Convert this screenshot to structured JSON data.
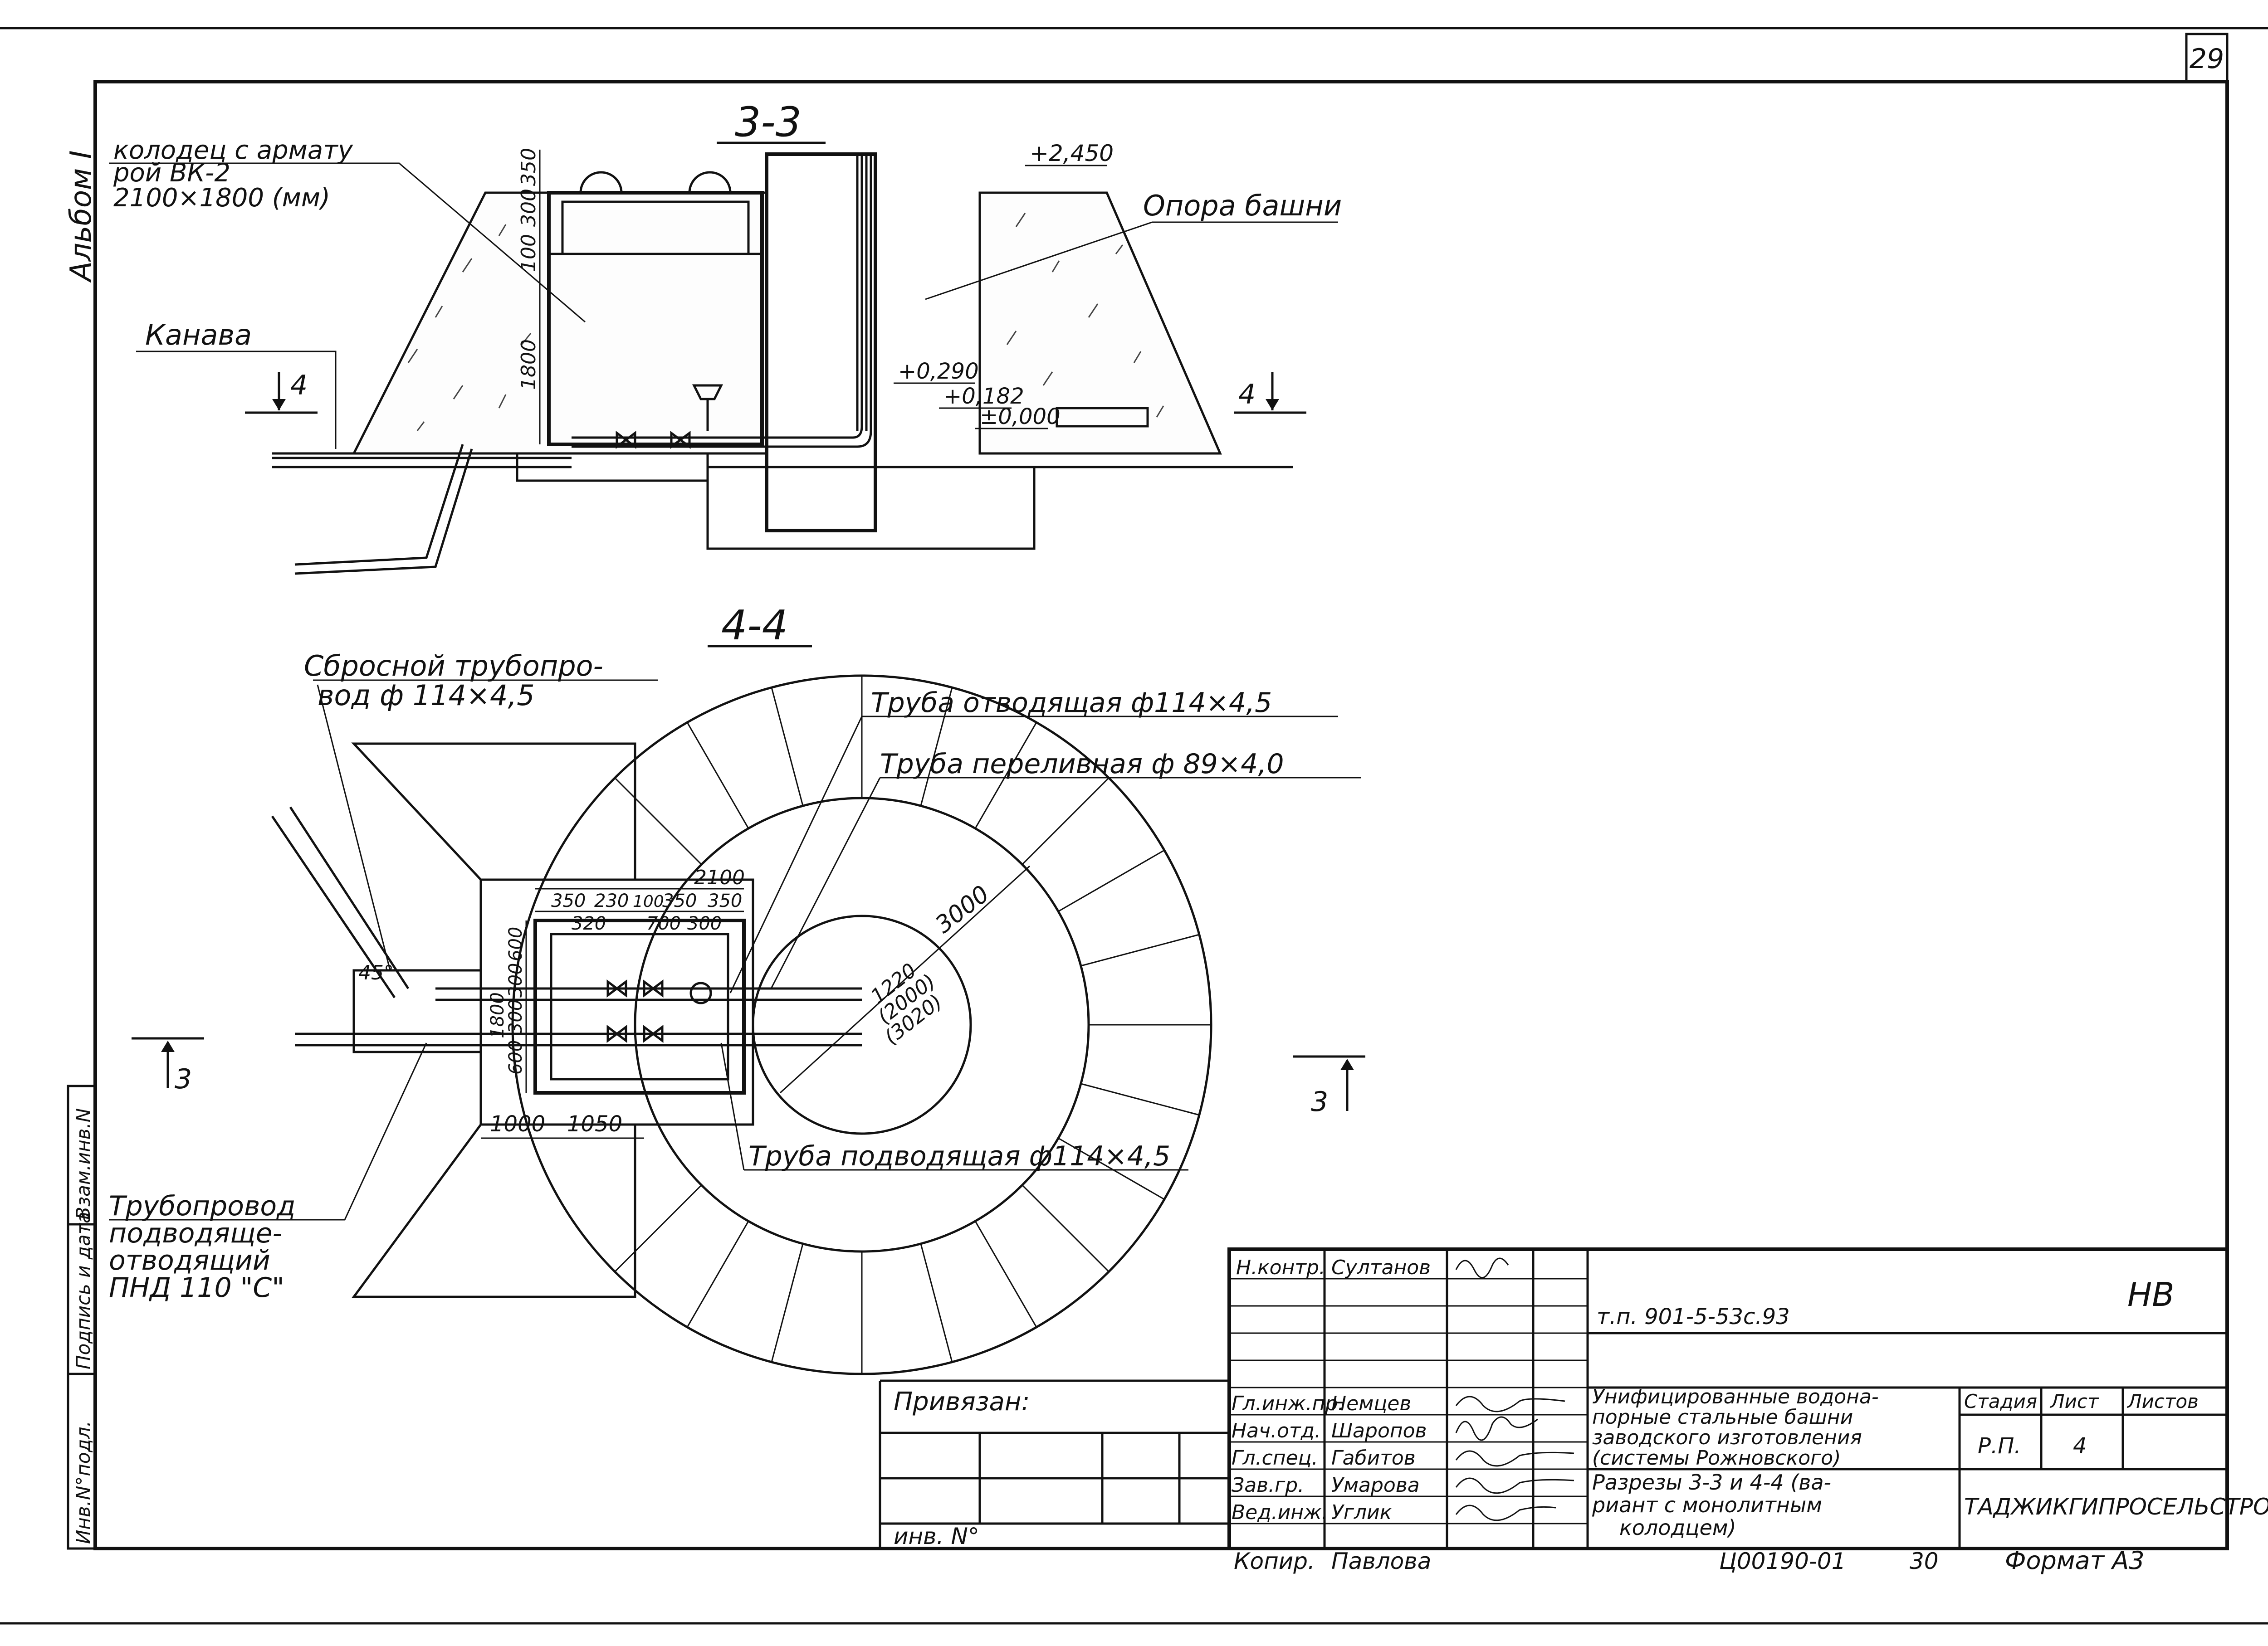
{
  "sheet": {
    "page_number": "29",
    "album": "Альбом I",
    "format": "Формат А3"
  },
  "section_33": {
    "title": "3-3",
    "well_label_1": "колодец с армату",
    "well_label_2": "рой ВК-2",
    "well_label_3": "2100×1800 (мм)",
    "support_label": "Опора башни",
    "ditch_label": "Канава",
    "elev_top": "+2,450",
    "elev_1": "+0,290",
    "elev_2": "+0,182",
    "elev_3": "±0,000",
    "dim_350": "350",
    "dim_300": "300",
    "dim_100": "100",
    "dim_1800": "1800",
    "cut_4_left": "4",
    "cut_4_right": "4"
  },
  "section_44": {
    "title": "4-4",
    "drain_label_1": "Сбросной трубопро-",
    "drain_label_2": "вод ф 114×4,5",
    "outlet_pipe": "Труба отводящая ф114×4,5",
    "overflow_pipe": "Труба переливная ф 89×4,0",
    "inlet_pipe": "Труба подводящая ф114×4,5",
    "pipeline_1": "Трубопровод",
    "pipeline_2": "подводяще-",
    "pipeline_3": "отводящий",
    "pipeline_4": "ПНД 110 \"С\"",
    "angle": "45°",
    "dim_2100": "2100",
    "dim_350a": "350",
    "dim_230": "230",
    "dim_100": "100",
    "dim_350b": "350",
    "dim_350c": "350",
    "dim_320": "320",
    "dim_700": "700",
    "dim_300": "300",
    "dim_600a": "600",
    "dim_300v": "300",
    "dim_300v2": "300",
    "dim_1800": "1800",
    "dim_600b": "600",
    "dim_1000": "1000",
    "dim_1050": "1050",
    "dim_3000": "3000",
    "dim_1220": "1220",
    "dim_2000": "(2000)",
    "dim_3020": "(3020)",
    "cut_3_left": "3",
    "cut_3_right": "3"
  },
  "side_stamp": {
    "cells": [
      "Взам.инв.N",
      "Подпись и дата",
      "Инв.N°подл."
    ]
  },
  "binding": {
    "label": "Привязан:",
    "inv": "инв. N°"
  },
  "title_block": {
    "roles": [
      "Н.контр.",
      "",
      "",
      "",
      "",
      "Гл.инж.пр.",
      "Нач.отд.",
      "Гл.спец.",
      "Зав.гр.",
      "Вед.инж."
    ],
    "names": [
      "Султанов",
      "",
      "",
      "",
      "",
      "Немцев",
      "Шаропов",
      "Габитов",
      "Умарова",
      "Углик"
    ],
    "doc_code": "т.п. 901-5-53с.93",
    "stage_mark": "НВ",
    "description_1": "Унифицированные водона-",
    "description_2": "порные стальные башни",
    "description_3": "заводского изготовления",
    "description_4": "(системы Рожновского)",
    "sheet_title_1": "Разрезы 3-3 и 4-4 (ва-",
    "sheet_title_2": "риант с монолитным",
    "sheet_title_3": "колодцем)",
    "stage_header": "Стадия",
    "sheet_header": "Лист",
    "sheets_header": "Листов",
    "stage_value": "Р.П.",
    "sheet_value": "4",
    "organization": "ТАДЖИКГИПРОСЕЛЬСТРОЙ",
    "copy_role": "Копир.",
    "copy_name": "Павлова",
    "archive": "Ц00190-01",
    "archive_num": "30"
  }
}
